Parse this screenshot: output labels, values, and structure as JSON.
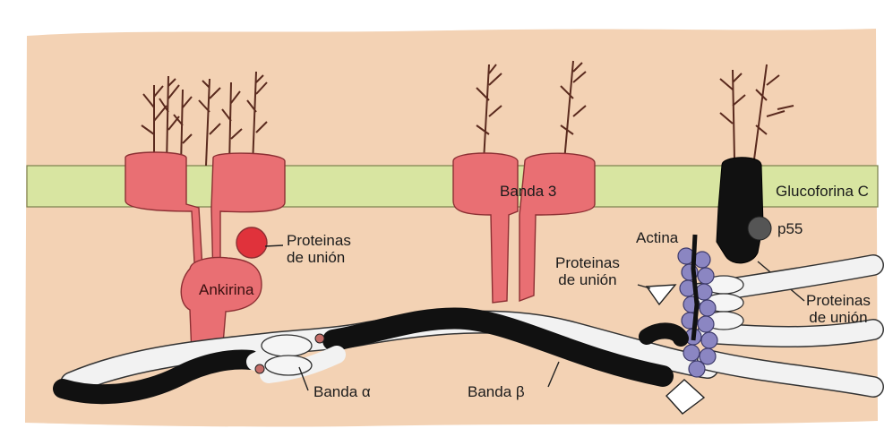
{
  "diagram": {
    "labels": {
      "proteinas_union_1": [
        "Proteinas",
        "de unión"
      ],
      "ankirina": "Ankirina",
      "banda3": "Banda 3",
      "glucoforina": "Glucoforina C",
      "p55": "p55",
      "actina": "Actina",
      "proteinas_union_2": [
        "Proteinas",
        "de unión"
      ],
      "proteinas_union_3": [
        "Proteinas",
        "de unión"
      ],
      "banda_alfa": "Banda α",
      "banda_beta": "Banda β"
    },
    "colors": {
      "background": "#f3d2b4",
      "membrane": "#d8e5a1",
      "protein": "#e96f73",
      "spectrin_dark": "#111111",
      "spectrin_light": "#f2f2f2",
      "actin": "#8b86c2"
    }
  }
}
